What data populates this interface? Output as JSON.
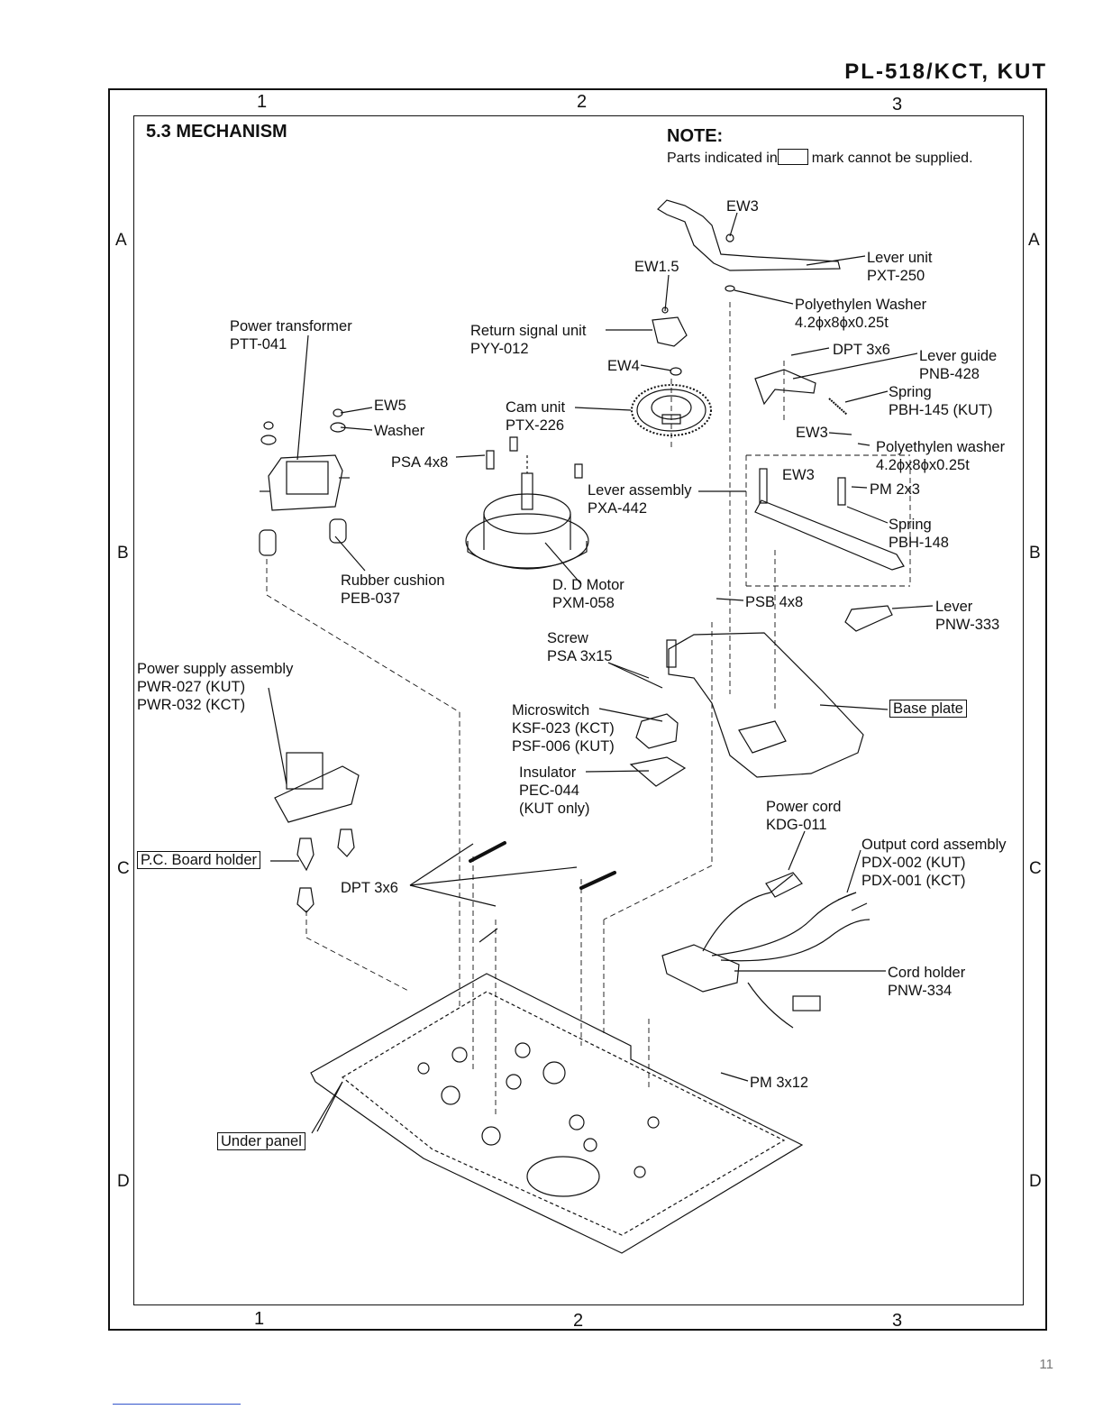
{
  "header": {
    "model": "PL-518/KCT, KUT"
  },
  "section": {
    "title": "5.3  MECHANISM"
  },
  "note": {
    "title": "NOTE:",
    "text_before": "Parts indicated in",
    "text_after": "mark  cannot be supplied."
  },
  "grid": {
    "columns": [
      "1",
      "2",
      "3"
    ],
    "rows": [
      "A",
      "B",
      "C",
      "D"
    ]
  },
  "parts": {
    "power_transformer": {
      "name": "Power transformer",
      "code": "PTT-041"
    },
    "ew5": "EW5",
    "washer": "Washer",
    "psa_4x8": "PSA 4x8",
    "rubber_cushion": {
      "name": "Rubber cushion",
      "code": "PEB-037"
    },
    "return_signal_unit": {
      "name": "Return signal unit",
      "code": "PYY-012"
    },
    "ew1_5": "EW1.5",
    "ew4": "EW4",
    "cam_unit": {
      "name": "Cam unit",
      "code": "PTX-226"
    },
    "lever_assembly": {
      "name": "Lever assembly",
      "code": "PXA-442"
    },
    "dd_motor": {
      "name": "D. D Motor",
      "code": "PXM-058"
    },
    "ew3_top": "EW3",
    "lever_unit": {
      "name": "Lever unit",
      "code": "PXT-250"
    },
    "polyethylen_washer_1": {
      "name": "Polyethylen Washer",
      "spec": "4.2ϕx8ϕx0.25t"
    },
    "dpt_3x6_top": "DPT 3x6",
    "lever_guide": {
      "name": "Lever guide",
      "code": "PNB-428"
    },
    "spring_145": {
      "name": "Spring",
      "code": "PBH-145 (KUT)"
    },
    "ew3_mid": "EW3",
    "polyethylen_washer_2": {
      "name": "Polyethylen washer",
      "spec": "4.2ϕx8ϕx0.25t"
    },
    "ew3_low": "EW3",
    "pm_2x3": "PM 2x3",
    "spring_148": {
      "name": "Spring",
      "code": "PBH-148"
    },
    "psb_4x8": "PSB 4x8",
    "lever_pnw": {
      "name": "Lever",
      "code": "PNW-333"
    },
    "screw": {
      "name": "Screw",
      "code": "PSA 3x15"
    },
    "base_plate": "Base plate",
    "microswitch": {
      "name": "Microswitch",
      "code1": "KSF-023 (KCT)",
      "code2": "PSF-006 (KUT)"
    },
    "insulator": {
      "name": "Insulator",
      "code": "PEC-044",
      "note": "(KUT only)"
    },
    "power_supply": {
      "name": "Power supply assembly",
      "code1": "PWR-027 (KUT)",
      "code2": "PWR-032 (KCT)"
    },
    "pc_board_holder": "P.C. Board holder",
    "dpt_3x6_low": "DPT 3x6",
    "power_cord": {
      "name": "Power cord",
      "code": "KDG-011"
    },
    "output_cord": {
      "name": "Output cord assembly",
      "code1": "PDX-002 (KUT)",
      "code2": "PDX-001 (KCT)"
    },
    "cord_holder": {
      "name": "Cord holder",
      "code": "PNW-334"
    },
    "pm_3x12": "PM 3x12",
    "under_panel": "Under panel"
  },
  "page_number": "11"
}
